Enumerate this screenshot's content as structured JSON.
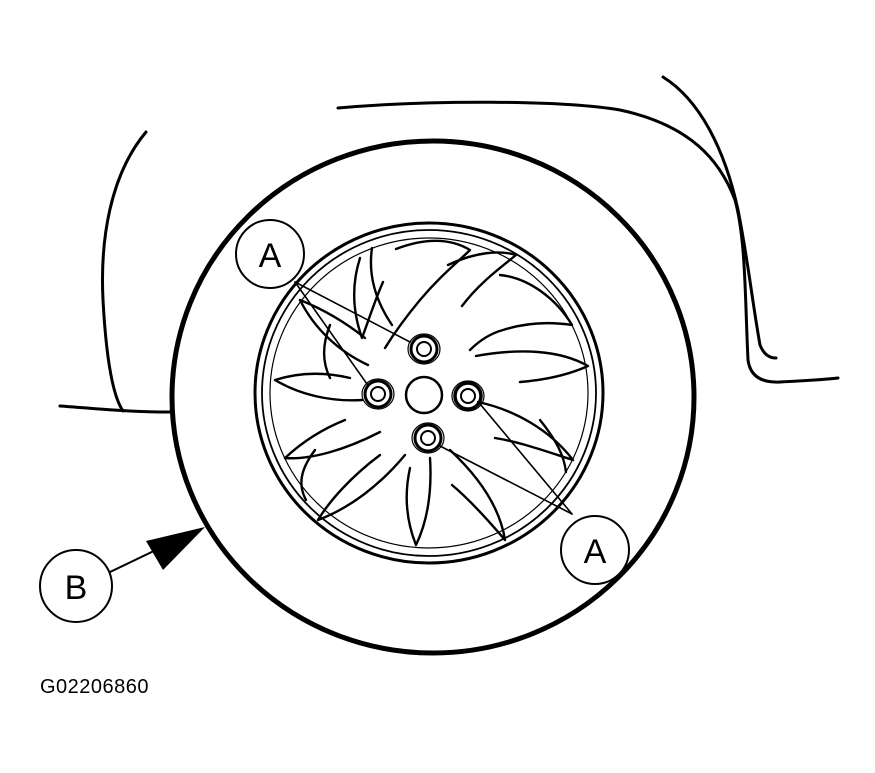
{
  "figure": {
    "callouts": {
      "a_top": "A",
      "a_bottom": "A",
      "b": "B"
    },
    "figure_id": "G02206860"
  }
}
